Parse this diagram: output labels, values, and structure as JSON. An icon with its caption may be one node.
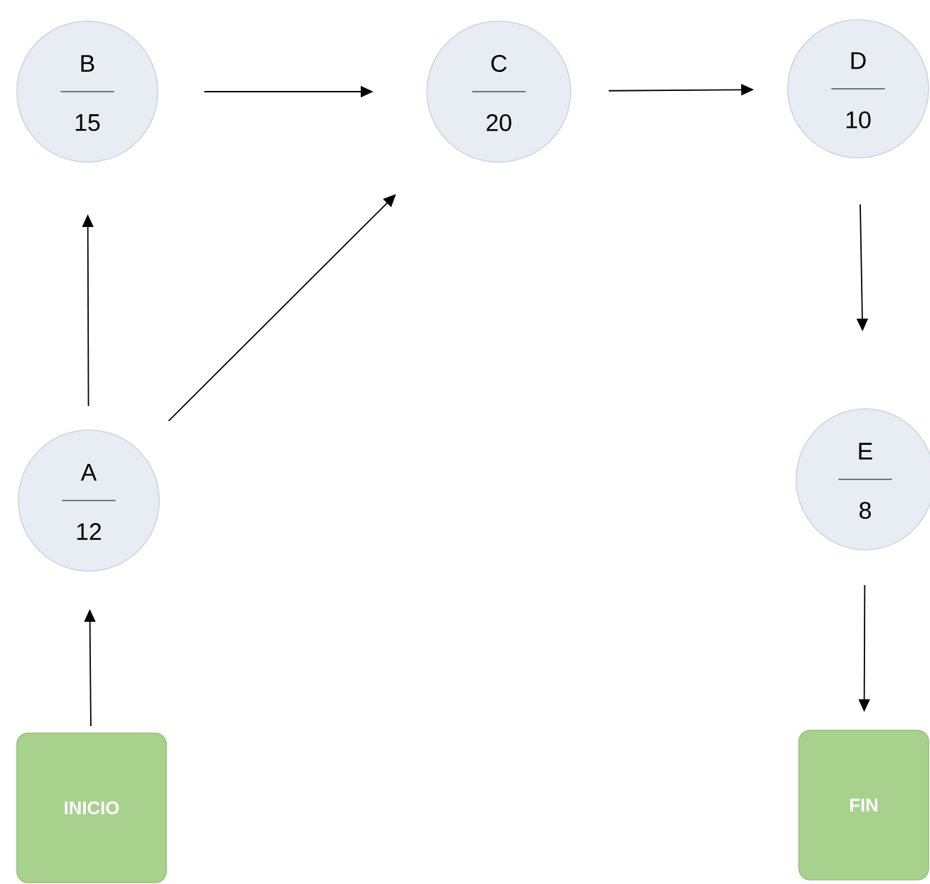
{
  "diagram": {
    "nodes": [
      {
        "text": [
          "INICIO"
        ]
      },
      {
        "text": [
          "A",
          "12"
        ]
      },
      {
        "text": [
          "B",
          "15"
        ]
      },
      {
        "text": [
          "C",
          "20"
        ]
      },
      {
        "text": [
          "D",
          "10"
        ]
      },
      {
        "text": [
          "E",
          "8"
        ]
      },
      {
        "text": [
          "FIN"
        ]
      }
    ],
    "edges": [
      {
        "from": 0,
        "to": 1,
        "arrow": "to"
      },
      {
        "from": 1,
        "to": 2,
        "arrow": "to"
      },
      {
        "from": 1,
        "to": 3,
        "arrow": "to"
      },
      {
        "from": 2,
        "to": 3,
        "arrow": "to"
      },
      {
        "from": 3,
        "to": 4,
        "arrow": "to"
      },
      {
        "from": 4,
        "to": 5,
        "arrow": "to"
      },
      {
        "from": 5,
        "to": 6,
        "arrow": "to"
      }
    ]
  }
}
